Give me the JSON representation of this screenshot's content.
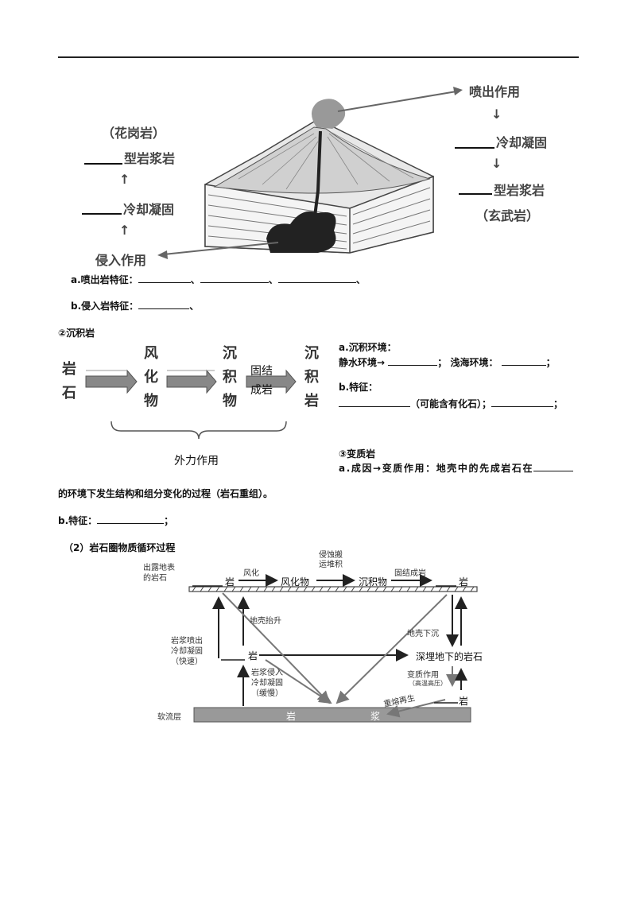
{
  "volcano": {
    "eruption": "喷出作用",
    "down_arrow": "↓",
    "up_arrow": "↑",
    "cooling_right": "冷却凝固",
    "type_right": "型岩浆岩",
    "basalt": "（玄武岩）",
    "granite": "（花岗岩）",
    "type_left": "型岩浆岩",
    "cooling_left": "冷却凝固",
    "intrusion": "侵入作用"
  },
  "questions": {
    "a_label": "a.喷出岩特征：",
    "a_sep1": "、",
    "a_sep2": "、",
    "a_sep3": "、",
    "b_label": "b.侵入岩特征：",
    "b_sep": "、"
  },
  "sedimentary": {
    "heading": "②沉积岩",
    "rock": [
      "岩",
      "石"
    ],
    "weathered": [
      "风",
      "化",
      "物"
    ],
    "sediment": [
      "沉",
      "积",
      "物"
    ],
    "consolidate": [
      "固结",
      "成岩"
    ],
    "sed_rock": [
      "沉",
      "积",
      "岩"
    ],
    "external_force": "外力作用",
    "env_label": "a.沉积环境：",
    "still_water": "静水环境→",
    "semi1": "；",
    "shallow_sea": "浅海环境：",
    "semi2": "；",
    "feature_label": "b.特征：",
    "fossil": "（可能含有化石）；",
    "semi3": "；"
  },
  "metamorphic": {
    "heading": "③变质岩",
    "cause": "a.成因→变质作用：地壳中的先成岩石在",
    "cause_cont": "的环境下发生结构和组分变化的过程（岩石重组）。",
    "feature_label": "b.特征：",
    "semi": "；"
  },
  "cycle": {
    "heading": "（2）岩石圈物质循环过程",
    "exposed": [
      "出露地表",
      "的岩石"
    ],
    "rock_char": "岩",
    "weathering": "风化",
    "weathered": "风化物",
    "erosion": [
      "侵蚀搬",
      "运堆积"
    ],
    "sediment": "沉积物",
    "consolidate": "固结成岩",
    "uplift": "地壳抬升",
    "subside": "地壳下沉",
    "extrusive_cool": [
      "岩浆喷出",
      "冷却凝固",
      "（快速）"
    ],
    "intrusive_cool": [
      "岩浆侵入",
      "冷却凝固",
      "（缓慢）"
    ],
    "deep_rock": "深埋地下的岩石",
    "metamorphism": "变质作用",
    "high_tp": "（高温高压）",
    "remelt": "重熔再生",
    "asthenosphere": "软流层",
    "magma": [
      "岩",
      "浆"
    ]
  }
}
